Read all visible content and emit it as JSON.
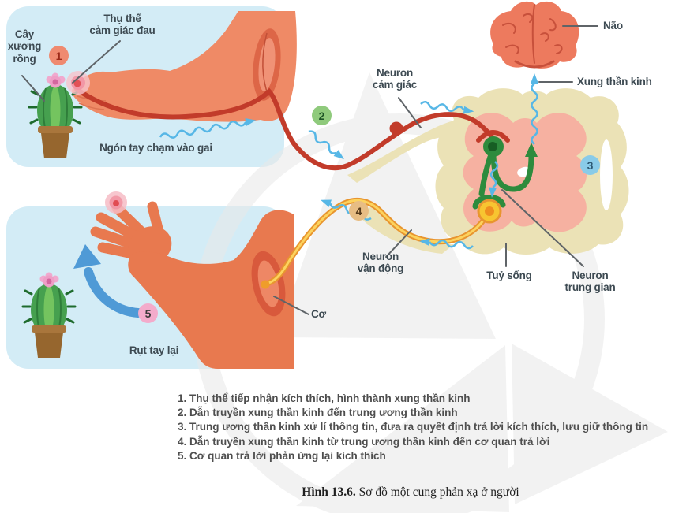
{
  "labels": {
    "cactus": "Cây\nxương\nrồng",
    "receptor": "Thụ thể\ncảm giác đau",
    "finger_touch": "Ngón tay chạm vào gai",
    "sensory_neuron": "Neuron\ncảm giác",
    "brain": "Não",
    "nerve_impulse": "Xung thần kinh",
    "spinal_cord": "Tuỷ sống",
    "interneuron": "Neuron\ntrung gian",
    "motor_neuron": "Neuron\nvận động",
    "muscle": "Cơ",
    "withdraw": "Rụt tay lại"
  },
  "markers": {
    "m1": "1",
    "m2": "2",
    "m3": "3",
    "m4": "4",
    "m5": "5"
  },
  "legend": {
    "items": [
      "1. Thụ thể tiếp nhận kích thích, hình thành xung thần kinh",
      "2. Dẫn truyền xung thần kinh đến trung ương thần kinh",
      "3. Trung ương thần kinh xử lí thông tin, đưa ra quyết định trả lời kích thích, lưu giữ thông tin",
      "4. Dẫn truyền xung thần kinh từ trung ương thần kinh đến cơ quan trả lời",
      "5. Cơ quan trả lời phản ứng lại kích thích"
    ]
  },
  "caption": {
    "label": "Hình 13.6.",
    "text": " Sơ đồ một cung phản xạ ở người"
  },
  "colors": {
    "panel_blue": "#d3ecf6",
    "skin": "#ef8a66",
    "skin_dark": "#e8794f",
    "sensory_nerve_red": "#c23b2a",
    "interneuron_green": "#2e8b3d",
    "motor_nerve_orange": "#e8952f",
    "motor_nerve_core": "#fcd35e",
    "impulse_blue": "#57b7e6",
    "arrow_blue": "#4f9ad6",
    "cord_white_matter": "#ebe2b6",
    "cord_gray_matter": "#f6b1a1",
    "brain_coral": "#ed7a5e",
    "marker1": "#ef8a70",
    "marker2": "#8fca7c",
    "marker3": "#89cbe8",
    "marker4": "#e7bd84",
    "marker5": "#f3abcb"
  }
}
